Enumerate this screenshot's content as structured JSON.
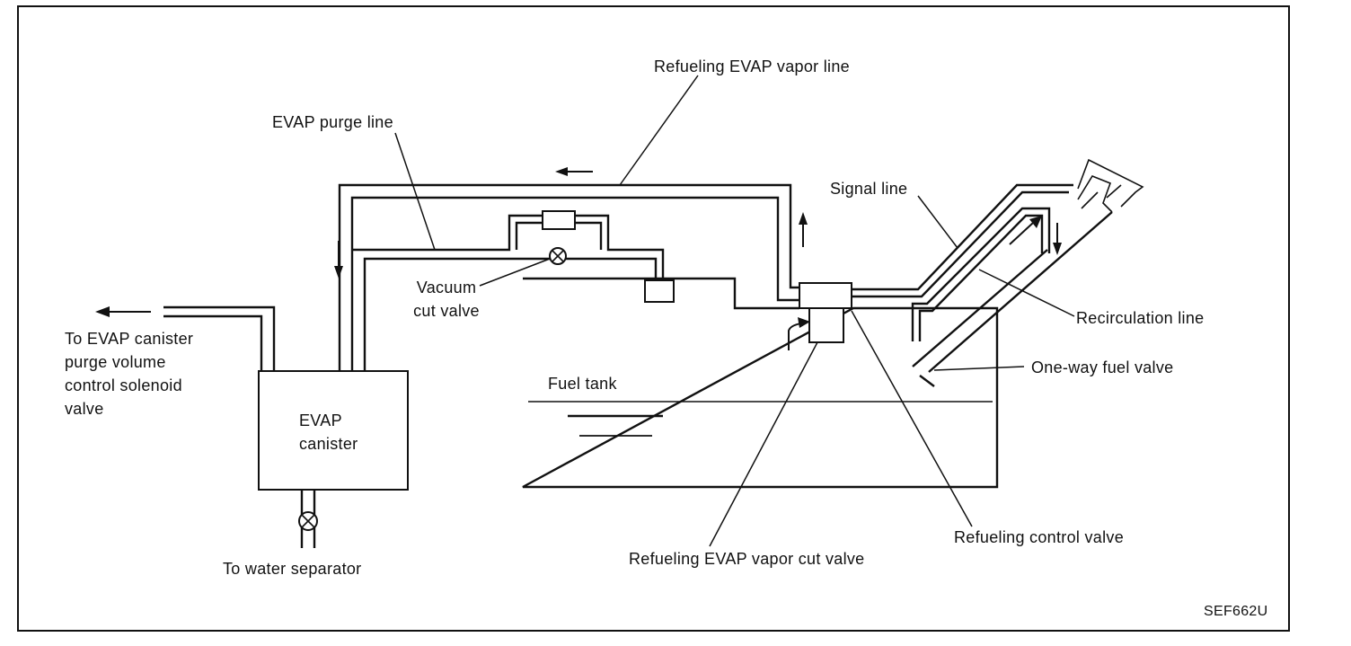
{
  "figure_id": "SEF662U",
  "labels": {
    "refueling_evap_vapor_line": "Refueling EVAP vapor line",
    "evap_purge_line": "EVAP purge line",
    "signal_line": "Signal line",
    "vacuum_cut_valve": [
      "Vacuum",
      "cut valve"
    ],
    "to_evap_canister_purge": [
      "To EVAP canister",
      "purge volume",
      "control solenoid",
      "valve"
    ],
    "evap_canister": [
      "EVAP",
      "canister"
    ],
    "fuel_tank": "Fuel tank",
    "recirculation_line": "Recirculation line",
    "one_way_fuel_valve": "One-way fuel valve",
    "refueling_control_valve": "Refueling control valve",
    "refueling_evap_vapor_cut_valve": "Refueling EVAP vapor cut valve",
    "to_water_separator": "To water separator"
  }
}
